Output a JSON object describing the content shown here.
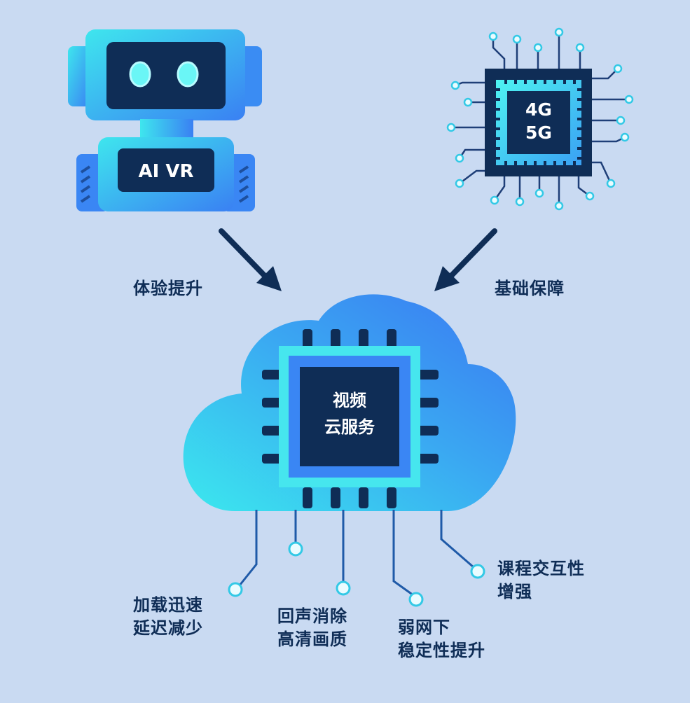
{
  "robot": {
    "screen_label": "AI VR"
  },
  "chip": {
    "line1": "4G",
    "line2": "5G"
  },
  "arrows": {
    "left_label": "体验提升",
    "right_label": "基础保障"
  },
  "cloud": {
    "line1": "视频",
    "line2": "云服务"
  },
  "benefits": [
    {
      "line1": "加载迅速",
      "line2": "延迟减少"
    },
    {
      "line1": "回声消除",
      "line2": "高清画质"
    },
    {
      "line1": "弱网下",
      "line2": "稳定性提升"
    },
    {
      "line1": "课程交互性",
      "line2": "增强"
    }
  ],
  "colors": {
    "background": "#c9daf2",
    "dark_navy": "#0f2d56",
    "gradient_start": "#38e0ec",
    "gradient_end": "#3a86f4",
    "node_fill": "#eafcff"
  }
}
